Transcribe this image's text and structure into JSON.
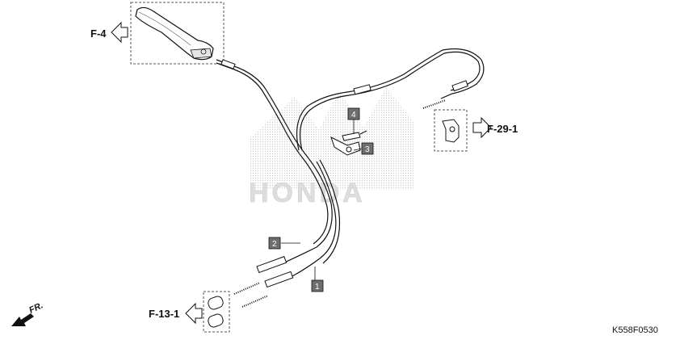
{
  "diagram": {
    "references": {
      "lever": "F-4",
      "right_fitting": "F-29-1",
      "bottom_fittings": "F-13-1"
    },
    "parts": [
      {
        "number": "1"
      },
      {
        "number": "2"
      },
      {
        "number": "3"
      },
      {
        "number": "4"
      }
    ],
    "diagram_code": "K558F0530",
    "front_indicator": "FR.",
    "watermark": {
      "text": "HONDA"
    },
    "colors": {
      "line": "#111111",
      "part_label_fill": "#6e6e6e",
      "watermark": "#d9d9d9"
    }
  }
}
